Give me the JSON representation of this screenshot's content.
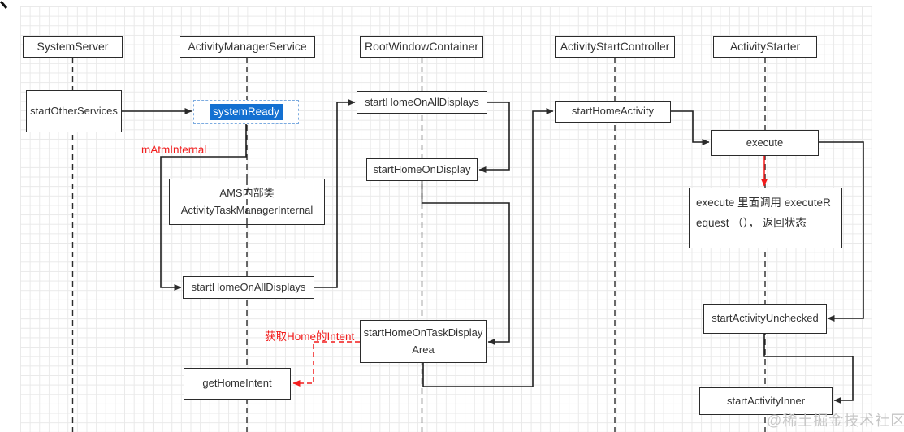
{
  "diagram": {
    "lifelines": [
      {
        "id": "system-server",
        "label": "SystemServer"
      },
      {
        "id": "activity-manager-service",
        "label": "ActivityManagerService"
      },
      {
        "id": "root-window-container",
        "label": "RootWindowContainer"
      },
      {
        "id": "activity-start-controller",
        "label": "ActivityStartController"
      },
      {
        "id": "activity-starter",
        "label": "ActivityStarter"
      }
    ],
    "nodes": {
      "start_other_services": {
        "label": "startOtherServices"
      },
      "system_ready": {
        "label": "systemReady",
        "state": "selected"
      },
      "ams_internal": {
        "label": "AMS内部类\nActivityTaskManagerInternal"
      },
      "start_home_on_all_displays_ams": {
        "label": "startHomeOnAllDisplays"
      },
      "start_home_on_all_displays_rwc": {
        "label": "startHomeOnAllDisplays"
      },
      "start_home_on_display": {
        "label": "startHomeOnDisplay"
      },
      "start_home_on_task_display_area": {
        "label": "startHomeOnTaskDisplayArea"
      },
      "get_home_intent": {
        "label": "getHomeIntent"
      },
      "start_home_activity": {
        "label": "startHomeActivity"
      },
      "execute": {
        "label": "execute"
      },
      "execute_note": {
        "label": "execute 里面调用 executeRequest （）， 返回状态"
      },
      "start_activity_unchecked": {
        "label": "startActivityUnchecked"
      },
      "start_activity_inner": {
        "label": "startActivityInner"
      }
    },
    "annotations": {
      "m_atm_internal": "mAtmInternal",
      "get_home_intent_hint": "获取Home的Intent"
    }
  },
  "watermark": "@稀土掘金技术社区",
  "colors": {
    "line_black": "#2b2b2b",
    "accent_red": "#f21b1b",
    "selection_fill": "#1370d1",
    "selection_border": "#7cabe0",
    "grid": "#e9e9e9",
    "watermark_gray": "#c6c6c6"
  }
}
